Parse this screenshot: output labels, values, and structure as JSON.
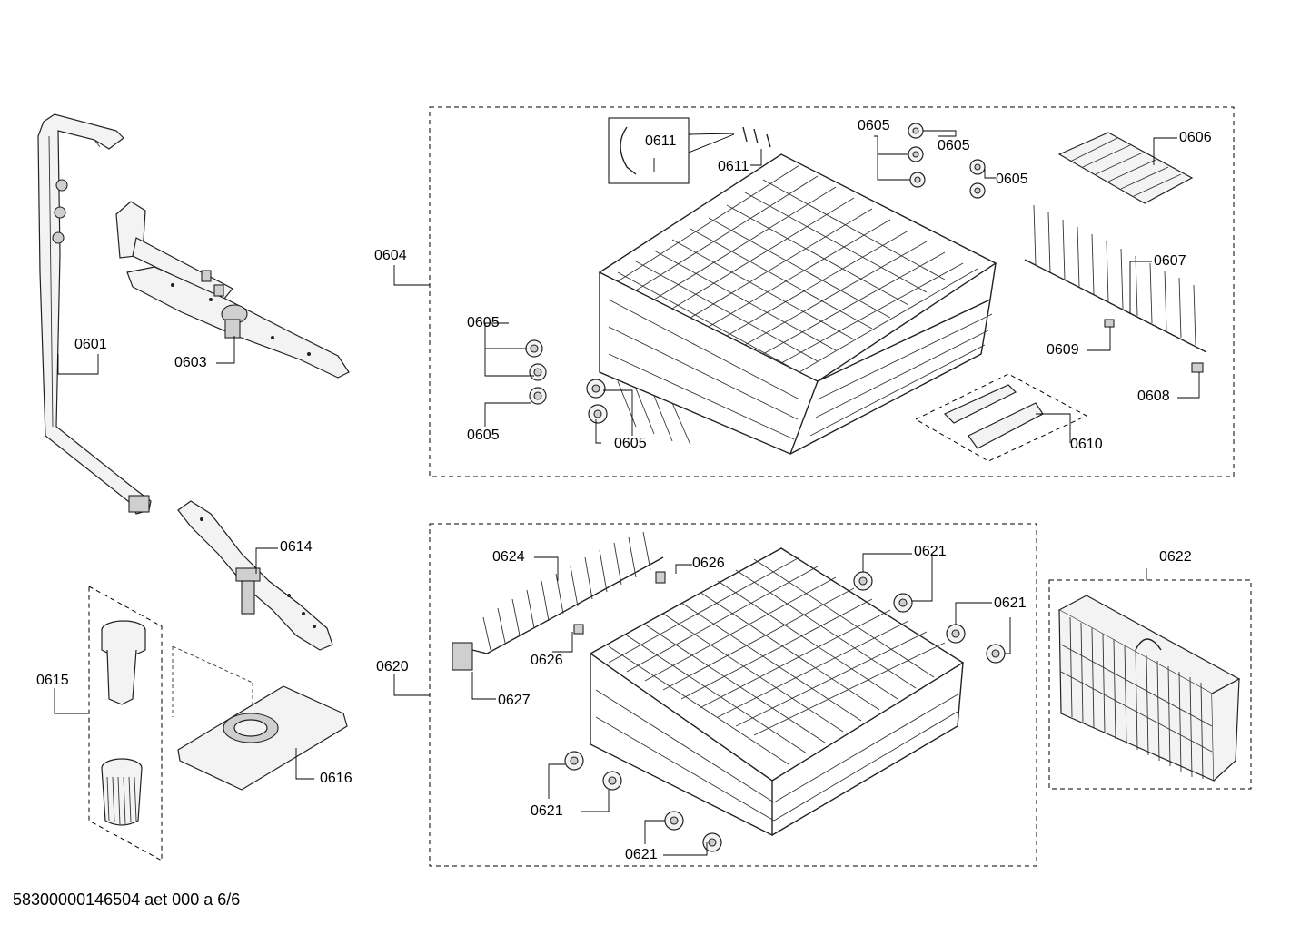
{
  "labels": {
    "p0601": "0601",
    "p0603": "0603",
    "p0604": "0604",
    "p0605_a": "0605",
    "p0605_b": "0605",
    "p0605_c": "0605",
    "p0605_d": "0605",
    "p0605_e": "0605",
    "p0605_f": "0605",
    "p0606": "0606",
    "p0607": "0607",
    "p0608": "0608",
    "p0609": "0609",
    "p0610": "0610",
    "p0611_a": "0611",
    "p0611_b": "0611",
    "p0614": "0614",
    "p0615": "0615",
    "p0616": "0616",
    "p0620": "0620",
    "p0621_a": "0621",
    "p0621_b": "0621",
    "p0621_c": "0621",
    "p0621_d": "0621",
    "p0622": "0622",
    "p0624": "0624",
    "p0626_a": "0626",
    "p0626_b": "0626",
    "p0627": "0627"
  },
  "footer": "58300000146504 aet 000 a 6/6"
}
